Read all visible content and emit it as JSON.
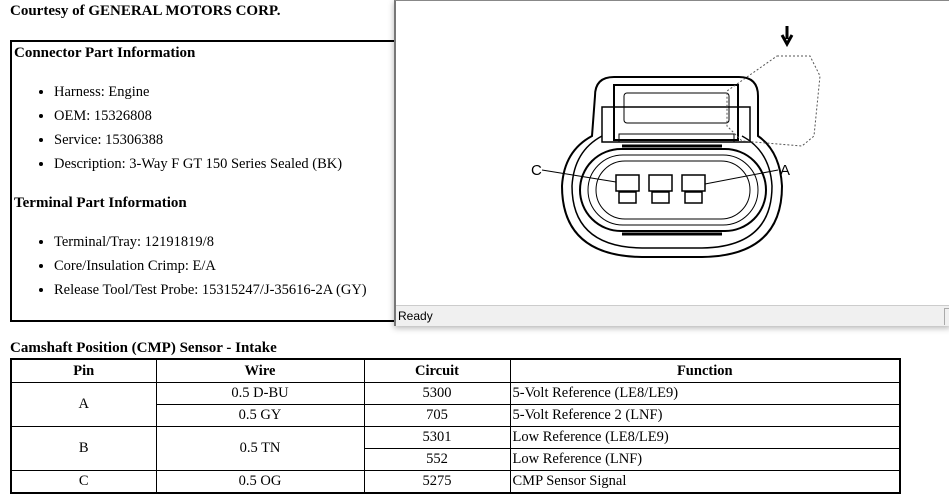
{
  "courtesy": "Courtesy of GENERAL MOTORS CORP.",
  "connector_info": {
    "title": "Connector Part Information",
    "items": [
      "Harness: Engine",
      "OEM: 15326808",
      "Service: 15306388",
      "Description: 3-Way F GT 150 Series Sealed (BK)"
    ]
  },
  "terminal_info": {
    "title": "Terminal Part Information",
    "items": [
      "Terminal/Tray: 12191819/8",
      "Core/Insulation Crimp: E/A",
      "Release Tool/Test Probe: 15315247/J-35616-2A (GY)"
    ]
  },
  "popup": {
    "status": "Ready",
    "label_c": "C",
    "label_a": "A"
  },
  "table": {
    "title": "Camshaft Position (CMP) Sensor - Intake",
    "headers": [
      "Pin",
      "Wire",
      "Circuit",
      "Function"
    ],
    "rows": [
      {
        "pin": "A",
        "wire": "0.5 D-BU",
        "circuit": "5300",
        "function": "5-Volt Reference (LE8/LE9)"
      },
      {
        "wire": "0.5 GY",
        "circuit": "705",
        "function": "5-Volt Reference 2 (LNF)"
      },
      {
        "pin": "B",
        "wire": "0.5 TN",
        "circuit": "5301",
        "function": "Low Reference (LE8/LE9)"
      },
      {
        "circuit": "552",
        "function": "Low Reference (LNF)"
      },
      {
        "pin": "C",
        "wire": "0.5 OG",
        "circuit": "5275",
        "function": "CMP Sensor Signal"
      }
    ]
  }
}
